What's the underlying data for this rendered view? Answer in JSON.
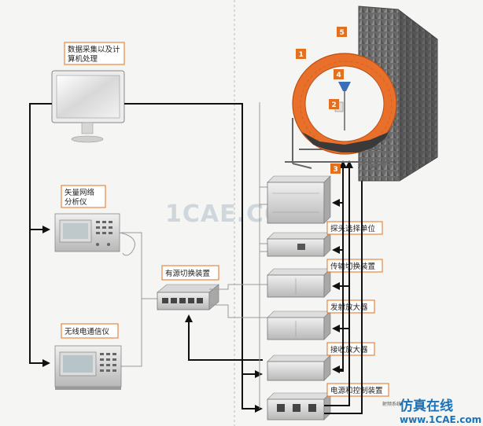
{
  "labels": {
    "data_acq_line1": "数据采集以及计",
    "data_acq_line2": "算机处理",
    "vna_line1": "矢量网络",
    "vna_line2": "分析仪",
    "radio_tester": "无线电通信仪",
    "active_switch": "有源切换装置",
    "probe_select": "探头选择单位",
    "transmission_switch": "传输切换装置",
    "transmit_amp": "发射放大器",
    "receive_amp": "接收放大器",
    "power_control": "电源和控制装置"
  },
  "callouts": [
    "1",
    "2",
    "3",
    "4",
    "5"
  ],
  "watermark": "1CAE.COM",
  "brand": {
    "cn": "仿真在线",
    "url": "www.1CAE.com",
    "faint": "射频系统"
  },
  "colors": {
    "label_border": "#e2701f",
    "callout_fill": "#e2701f",
    "ring": "#e8702a",
    "line": "#111111",
    "thin_line": "#999999",
    "brand": "#1a73b8"
  }
}
